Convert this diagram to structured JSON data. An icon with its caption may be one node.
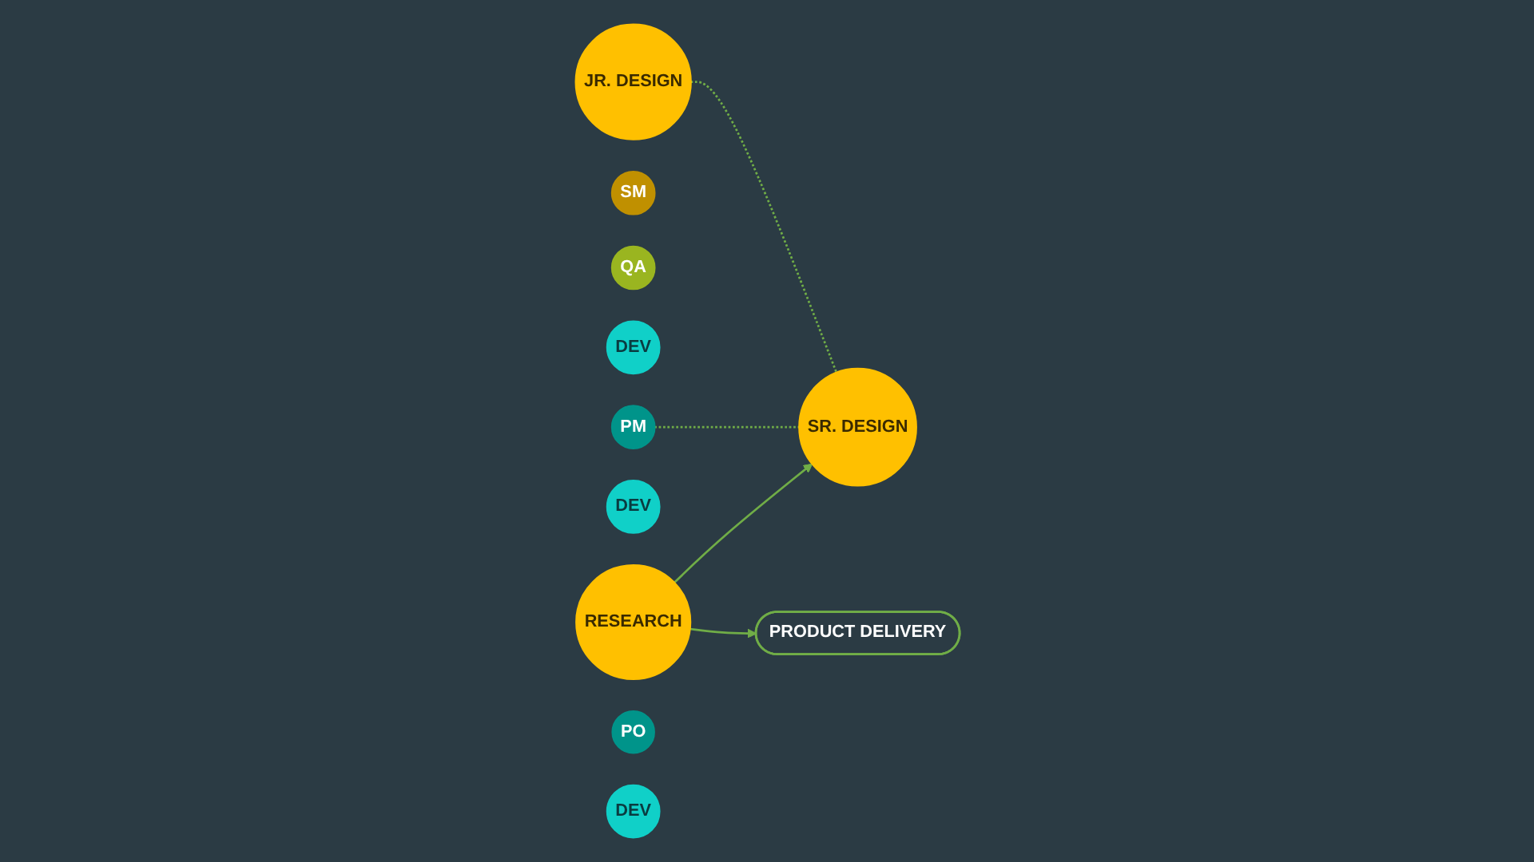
{
  "diagram": {
    "nodes": [
      {
        "text": [
          "PM"
        ]
      },
      {
        "text": [
          "SM"
        ]
      },
      {
        "text": [
          "QA"
        ]
      },
      {
        "text": [
          "DEV"
        ]
      },
      {
        "text": [
          "JR. DESIGN"
        ]
      },
      {
        "text": [
          "SR. DESIGN"
        ]
      },
      {
        "text": [
          "PRODUCT DELIVERY"
        ]
      },
      {
        "text": [
          "DEV"
        ]
      },
      {
        "text": [
          "RESEARCH"
        ]
      },
      {
        "text": [
          "PO"
        ]
      },
      {
        "text": [
          "DEV"
        ]
      }
    ],
    "edges": [
      {
        "from": 4,
        "to": 5,
        "arrow": "none",
        "style": "dashed"
      },
      {
        "from": 0,
        "to": 5,
        "arrow": "none",
        "style": "dashed"
      },
      {
        "from": 8,
        "to": 5,
        "arrow": "to"
      },
      {
        "from": 8,
        "to": 6,
        "arrow": "to"
      }
    ]
  }
}
